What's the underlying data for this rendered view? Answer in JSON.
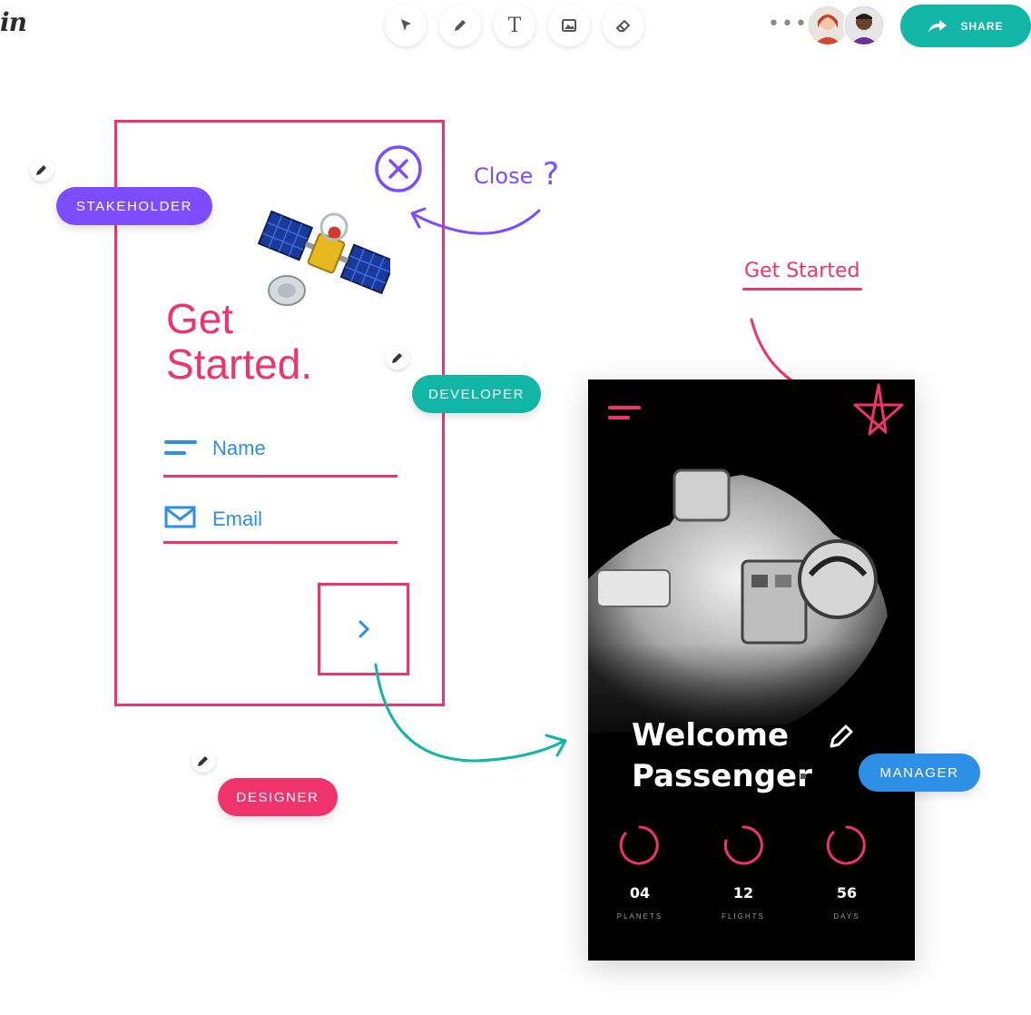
{
  "app": {
    "logo_text": "in"
  },
  "toolbar": {
    "tools": [
      {
        "name": "pointer-icon"
      },
      {
        "name": "pencil-icon"
      },
      {
        "name": "text-icon",
        "glyph": "T"
      },
      {
        "name": "image-icon"
      },
      {
        "name": "eraser-icon"
      }
    ],
    "more_label": "•••",
    "share_label": "SHARE",
    "share_icon": "share-arrow-icon"
  },
  "colors": {
    "pink": "#f0336b",
    "purple": "#7c4dff",
    "teal": "#12b6a6",
    "blue": "#2d8fe6",
    "share": "#12b6a6"
  },
  "roles": {
    "stakeholder": "STAKEHOLDER",
    "developer": "DEVELOPER",
    "designer": "DESIGNER",
    "manager": "MANAGER"
  },
  "annotations": {
    "close_note": "Close",
    "close_question": "?",
    "get_started_note": "Get Started"
  },
  "card": {
    "title_line1": "Get",
    "title_line2": "Started.",
    "name_label": "Name",
    "email_label": "Email",
    "next_glyph": "›"
  },
  "phone": {
    "welcome_line1": "Welcome",
    "welcome_line2": "Passenger",
    "stats": [
      {
        "value": "04",
        "label": "PLANETS"
      },
      {
        "value": "12",
        "label": "FLIGHTS"
      },
      {
        "value": "56",
        "label": "DAYS"
      }
    ]
  }
}
